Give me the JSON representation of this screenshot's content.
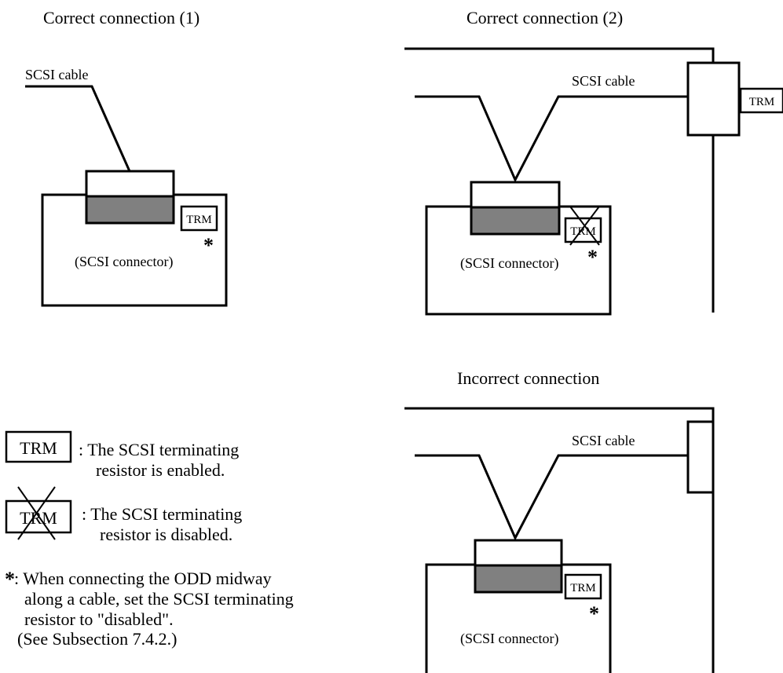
{
  "diagram1": {
    "title": "Correct connection (1)",
    "cable_label": "SCSI cable",
    "connector_label": "(SCSI connector)",
    "trm_label": "TRM",
    "asterisk": "*"
  },
  "diagram2": {
    "title": "Correct connection (2)",
    "cable_label": "SCSI cable",
    "connector_label": "(SCSI connector)",
    "trm_label": "TRM",
    "trm_end_label": "TRM",
    "asterisk": "*"
  },
  "diagram3": {
    "title": "Incorrect connection",
    "cable_label": "SCSI cable",
    "connector_label": "(SCSI connector)",
    "trm_label": "TRM",
    "asterisk": "*"
  },
  "legend": {
    "enabled_symbol": "TRM",
    "enabled_line1": ":  The SCSI terminating",
    "enabled_line2": "resistor is enabled.",
    "disabled_symbol": "TRM",
    "disabled_line1": ":  The SCSI terminating",
    "disabled_line2": "resistor is disabled.",
    "note_asterisk": "*",
    "note_line1": ": When connecting the ODD midway",
    "note_line2": "along a cable, set the SCSI terminating",
    "note_line3": "resistor to \"disabled\".",
    "note_line4": "(See Subsection 7.4.2.)"
  }
}
